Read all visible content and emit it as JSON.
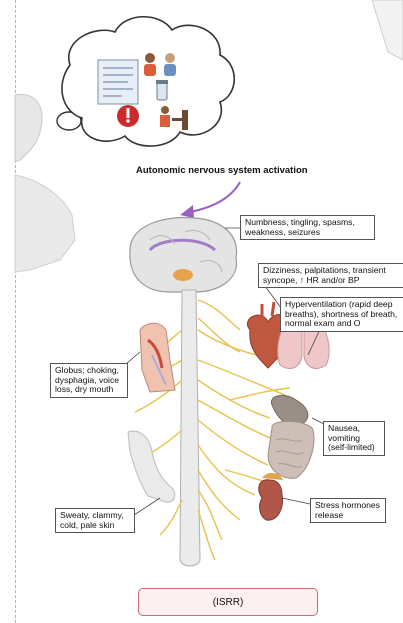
{
  "title": "Autonomic nervous system activation",
  "callouts": {
    "brain": "Numbness, tingling, spasms, weakness, seizures",
    "heart": "Dizziness, palpitations, transient syncope, ↑ HR and/or BP",
    "lungs": "Hyperventilation (rapid deep breaths), shortness of breath, normal exam and O",
    "throat": "Globus; choking, dysphagia, voice loss, dry mouth",
    "gut": "Nausea, vomiting (self-limited)",
    "skin": "Sweaty, clammy, cold, pale skin",
    "kidney": "Stress hormones release"
  },
  "bottom_label": "(ISRR)",
  "colors": {
    "nerve": "#e8c24a",
    "arrow": "#9b5fc0",
    "bottom_border": "#c96b7a",
    "bottom_fill": "#fdf0f1"
  }
}
